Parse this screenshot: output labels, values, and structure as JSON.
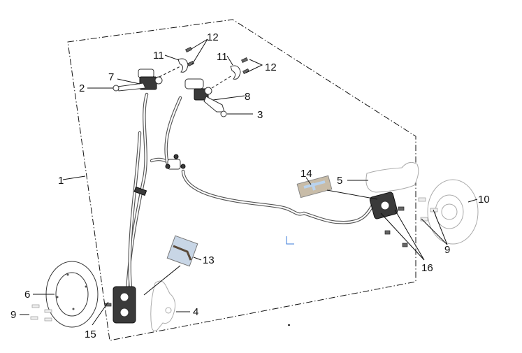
{
  "diagram": {
    "title": "Brake system exploded parts diagram",
    "type": "exploded-parts-view",
    "callouts": [
      {
        "id": "c1",
        "label": "1",
        "part": "brake hose assembly (dashed boundary group)"
      },
      {
        "id": "c2",
        "label": "2",
        "part": "left brake lever"
      },
      {
        "id": "c3",
        "label": "3",
        "part": "right brake lever"
      },
      {
        "id": "c4",
        "label": "4",
        "part": "front caliper bracket"
      },
      {
        "id": "c5",
        "label": "5",
        "part": "rear caliper bracket"
      },
      {
        "id": "c6",
        "label": "6",
        "part": "front brake disc"
      },
      {
        "id": "c7",
        "label": "7",
        "part": "left master cylinder"
      },
      {
        "id": "c8",
        "label": "8",
        "part": "right master cylinder"
      },
      {
        "id": "c9a",
        "label": "9",
        "part": "front disc bolts"
      },
      {
        "id": "c9b",
        "label": "9",
        "part": "rear disc bolts"
      },
      {
        "id": "c10",
        "label": "10",
        "part": "rear brake disc"
      },
      {
        "id": "c11a",
        "label": "11",
        "part": "left master cylinder clamp"
      },
      {
        "id": "c11b",
        "label": "11",
        "part": "right master cylinder clamp"
      },
      {
        "id": "c12a",
        "label": "12",
        "part": "left clamp bolts"
      },
      {
        "id": "c12b",
        "label": "12",
        "part": "right clamp bolts"
      },
      {
        "id": "c13",
        "label": "13",
        "part": "front brake pads"
      },
      {
        "id": "c14",
        "label": "14",
        "part": "rear brake pads"
      },
      {
        "id": "c15",
        "label": "15",
        "part": "bleeder screw"
      },
      {
        "id": "c16",
        "label": "16",
        "part": "rear caliper bolts"
      }
    ]
  }
}
